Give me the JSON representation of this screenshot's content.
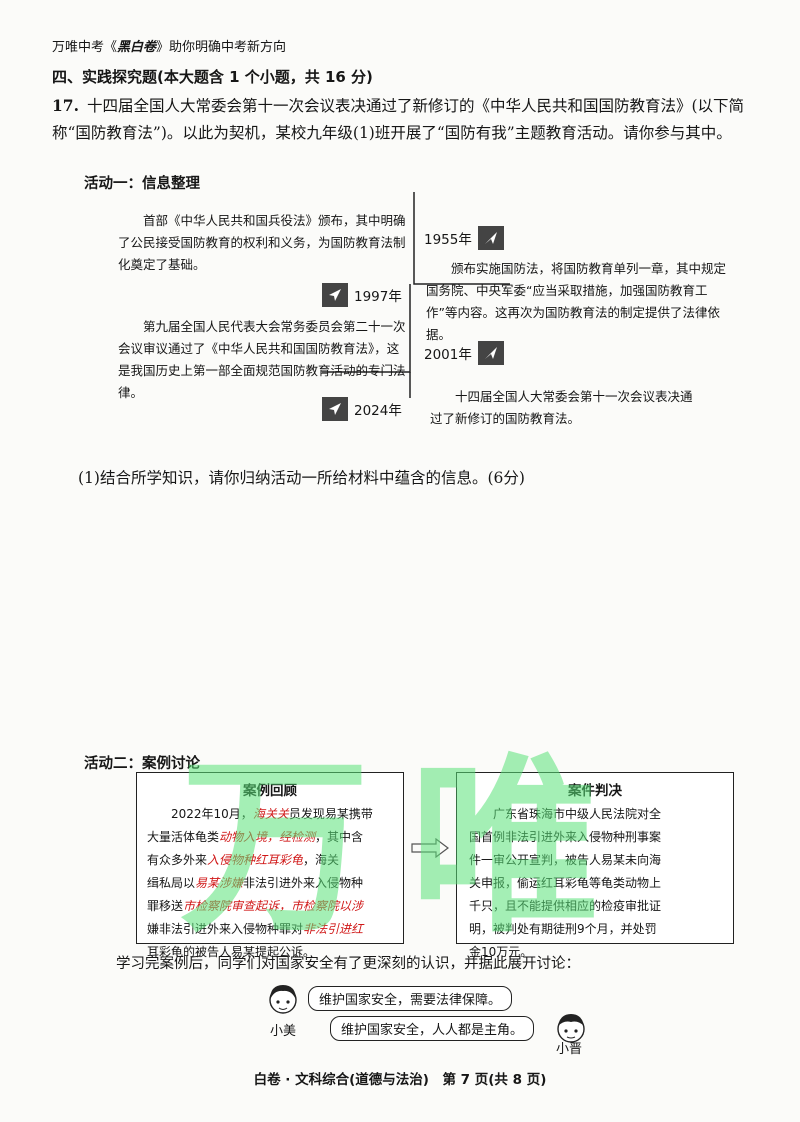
{
  "header": {
    "prefix": "万唯中考《",
    "brand": "黑白卷",
    "suffix": "》助你明确中考新方向"
  },
  "section_title": "四、实践探究题(本大题含 1 个小题，共 16 分)",
  "question": {
    "number": "17.",
    "text": "十四届全国人大常委会第十一次会议表决通过了新修订的《中华人民共和国国防教育法》(以下简称“国防教育法”)。以此为契机，某校九年级(1)班开展了“国防有我”主题教育活动。请你参与其中。"
  },
  "activity1": {
    "title": "活动一：信息整理",
    "timeline": [
      {
        "year": "1955年",
        "text": "首部《中华人民共和国兵役法》颁布，其中明确了公民接受国防教育的权利和义务，为国防教育法制化奠定了基础。"
      },
      {
        "year": "1997年",
        "text": "颁布实施国防法，将国防教育单列一章，其中规定国务院、中央军委“应当采取措施，加强国防教育工作”等内容。这再次为国防教育法的制定提供了法律依据。"
      },
      {
        "year": "2001年",
        "text": "第九届全国人民代表大会常务委员会第二十一次会议审议通过了《中华人民共和国国防教育法》，这是我国历史上第一部全面规范国防教育活动的专门法律。"
      },
      {
        "year": "2024年",
        "text": "十四届全国人大常委会第十一次会议表决通过了新修订的国防教育法。"
      }
    ],
    "sub_question": "(1)结合所学知识，请你归纳活动一所给材料中蕴含的信息。(6分)"
  },
  "activity2": {
    "title": "活动二：案例讨论",
    "case_review": {
      "title": "案例回顾",
      "lines": [
        [
          "2022年10月，",
          "",
          "",
          "员发现易某携带"
        ],
        [
          "大量活体龟类",
          "",
          "",
          "，其中含"
        ],
        [
          "有众多外来",
          "",
          "",
          "，海关"
        ],
        [
          "缉私局以",
          "",
          "",
          "非法引进外来入侵物种"
        ],
        [
          "罪移送",
          "",
          "",
          "，"
        ],
        [
          "嫌非法引进外来入侵物种罪对",
          "",
          "",
          ""
        ],
        [
          "耳彩龟的被告人易某提起公诉。",
          "",
          "",
          ""
        ]
      ],
      "handwriting": [
        "海关关",
        "动物入境，经检测",
        "入侵物种红耳彩龟",
        "易某涉嫌",
        "市检察院审查起诉，市检察院以涉",
        "非法引进红",
        "易某提起公诉"
      ]
    },
    "case_judgment": {
      "title": "案件判决",
      "lines": [
        [
          "广东省珠海市中级人民法院对全"
        ],
        [
          "国首例非法引进外来入侵物种刑事案"
        ],
        [
          "件一审公开宣判，被告人易某未向海"
        ],
        [
          "关申报，偷运红耳彩龟等龟类动物上"
        ],
        [
          "千只，且不能提供相应的检疫审批证"
        ],
        [
          "明，被判处有期徒刑9个月，并处罚"
        ],
        [
          "金10万元。"
        ]
      ]
    },
    "summary": "学习完案例后，同学们对国家安全有了更深刻的认识，并据此展开讨论：",
    "dialogue": [
      {
        "speaker": "小美",
        "text": "维护国家安全，需要法律保障。"
      },
      {
        "speaker": "小晋",
        "text": "维护国家安全，人人都是主角。"
      }
    ]
  },
  "watermark_text": "万唯",
  "footer": "白卷 · 文科综合(道德与法治)　第 7 页(共 8 页)"
}
